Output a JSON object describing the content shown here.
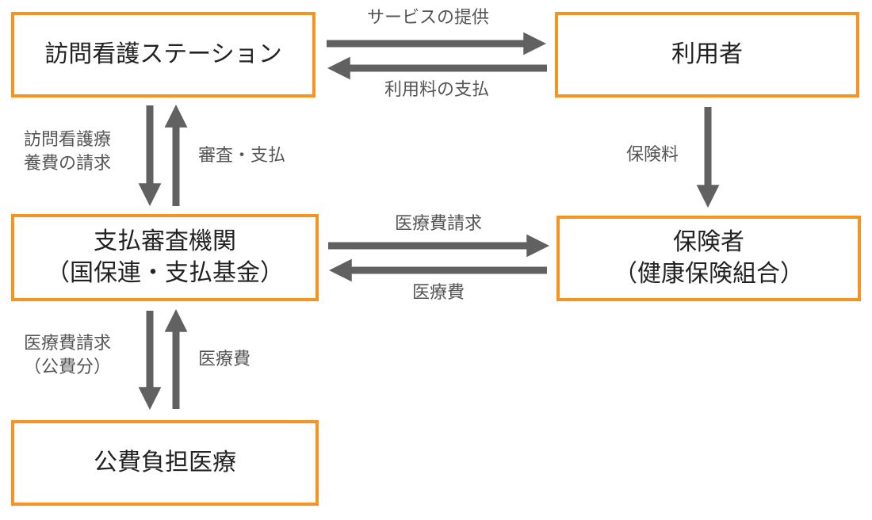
{
  "colors": {
    "box_border": "#f7931e",
    "arrow": "#616161",
    "label_text": "#555555",
    "box_text": "#222222"
  },
  "nodes": {
    "station": {
      "line1": "訪問看護ステーション"
    },
    "user": {
      "line1": "利用者"
    },
    "payment_org": {
      "line1": "支払審査機関",
      "line2": "（国保連・支払基金）"
    },
    "insurer": {
      "line1": "保険者",
      "line2": "（健康保険組合）"
    },
    "public_medical": {
      "line1": "公費負担医療"
    }
  },
  "edges": {
    "station_to_user": "サービスの提供",
    "user_to_station": "利用料の支払",
    "station_to_payment": {
      "line1": "訪問看護療",
      "line2": "養費の請求"
    },
    "payment_to_station": "審査・支払",
    "user_to_insurer": "保険料",
    "payment_to_insurer": "医療費請求",
    "insurer_to_payment": "医療費",
    "payment_to_public": {
      "line1": "医療費請求",
      "line2": "（公費分）"
    },
    "public_to_payment": "医療費"
  }
}
